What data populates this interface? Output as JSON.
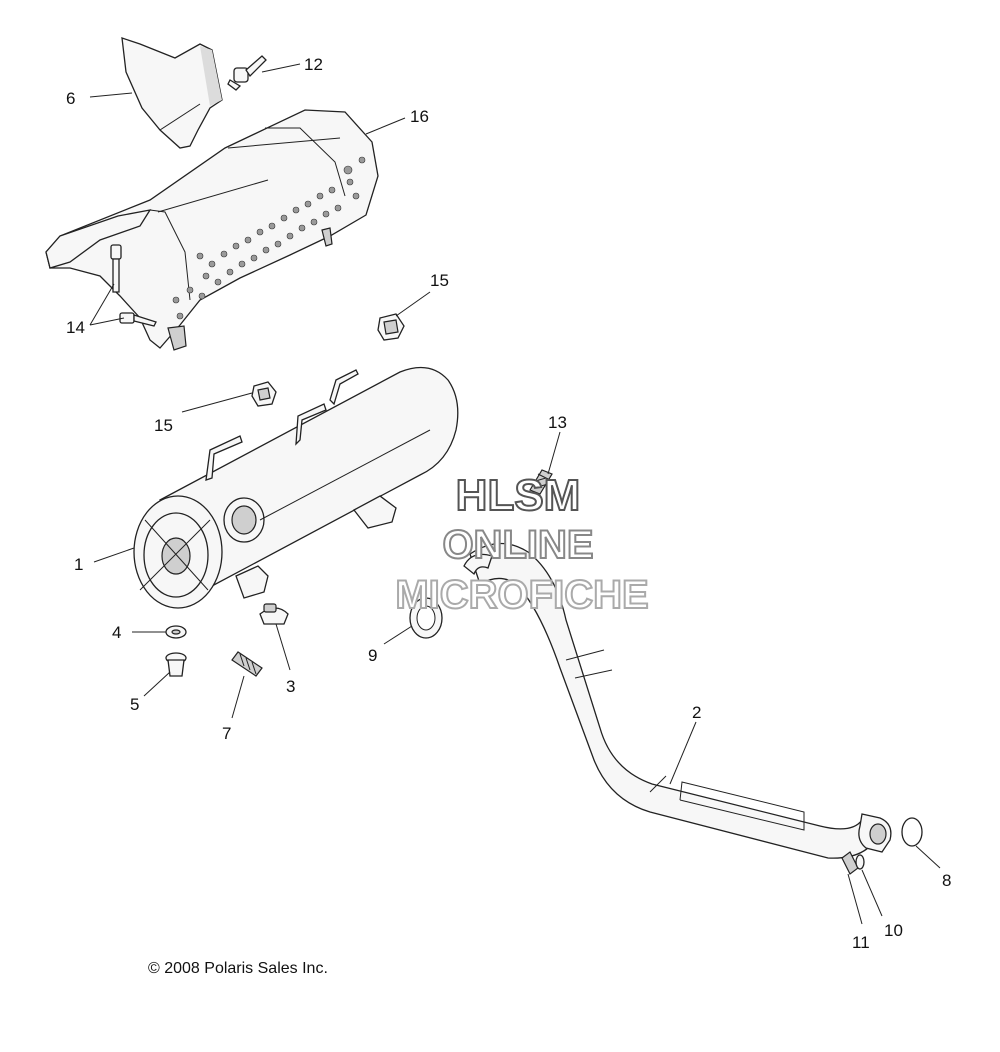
{
  "callouts": [
    {
      "id": "c1",
      "text": "1"
    },
    {
      "id": "c2",
      "text": "2"
    },
    {
      "id": "c3",
      "text": "3"
    },
    {
      "id": "c4",
      "text": "4"
    },
    {
      "id": "c5",
      "text": "5"
    },
    {
      "id": "c6",
      "text": "6"
    },
    {
      "id": "c7",
      "text": "7"
    },
    {
      "id": "c8",
      "text": "8"
    },
    {
      "id": "c9",
      "text": "9"
    },
    {
      "id": "c10",
      "text": "10"
    },
    {
      "id": "c11",
      "text": "11"
    },
    {
      "id": "c12",
      "text": "12"
    },
    {
      "id": "c13",
      "text": "13"
    },
    {
      "id": "c14",
      "text": "14"
    },
    {
      "id": "c15a",
      "text": "15"
    },
    {
      "id": "c15b",
      "text": "15"
    },
    {
      "id": "c16",
      "text": "16"
    }
  ],
  "watermark": {
    "line1": "HLSM",
    "line2": "ONLINE",
    "line3": "MICROFICHE"
  },
  "copyright": "© 2008 Polaris Sales Inc."
}
